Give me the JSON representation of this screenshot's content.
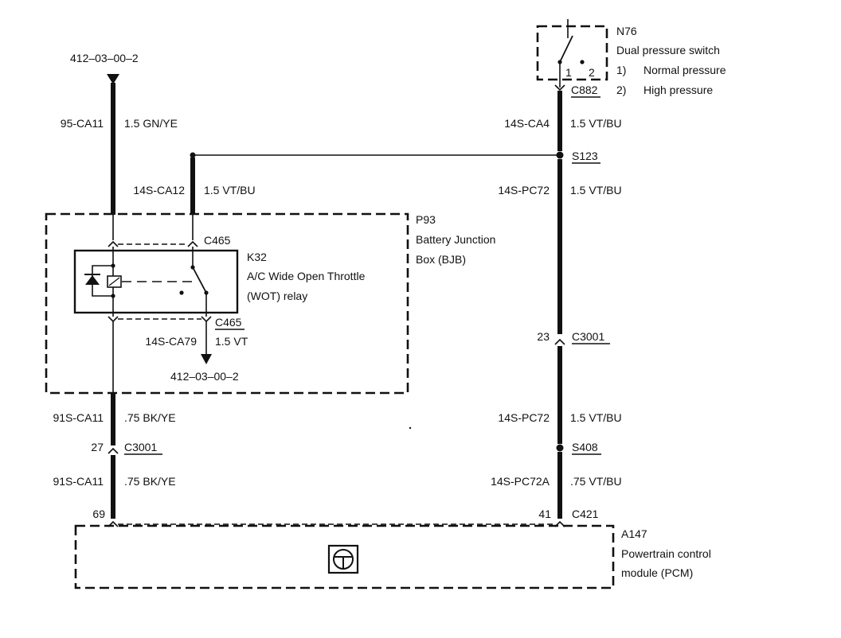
{
  "top_left_ref": "412–03–00–2",
  "left_upper_wire": {
    "circuit": "95-CA11",
    "spec": "1.5 GN/YE"
  },
  "mid_wire": {
    "circuit": "14S-CA12",
    "spec": "1.5 VT/BU"
  },
  "bjb": {
    "id": "P93",
    "line1": "Battery Junction",
    "line2": "Box (BJB)"
  },
  "c465_top": "C465",
  "relay": {
    "id": "K32",
    "line1": "A/C Wide Open Throttle",
    "line2": "(WOT) relay"
  },
  "c465_bottom": "C465",
  "relay_output_wire": {
    "circuit": "14S-CA79",
    "spec": "1.5 VT"
  },
  "relay_output_ref": "412–03–00–2",
  "left_mid_wire": {
    "circuit": "91S-CA11",
    "spec": ".75 BK/YE"
  },
  "left_c3001": {
    "pin": "27",
    "connector": "C3001"
  },
  "left_lower_wire": {
    "circuit": "91S-CA11",
    "spec": ".75 BK/YE"
  },
  "left_pcm_pin": "69",
  "switch": {
    "id": "N76",
    "title": "Dual pressure switch",
    "opt1_num": "1)",
    "opt1_text": "Normal pressure",
    "opt2_num": "2)",
    "opt2_text": "High pressure",
    "pin1": "1",
    "pin2": "2"
  },
  "c882": "C882",
  "right_upper_wire": {
    "circuit": "14S-CA4",
    "spec": "1.5 VT/BU"
  },
  "splice_s123": "S123",
  "right_mid_wire": {
    "circuit": "14S-PC72",
    "spec": "1.5 VT/BU"
  },
  "right_c3001": {
    "pin": "23",
    "connector": "C3001"
  },
  "right_lower_wire": {
    "circuit": "14S-PC72",
    "spec": "1.5 VT/BU"
  },
  "splice_s408": "S408",
  "right_bottom_wire": {
    "circuit": "14S-PC72A",
    "spec": ".75 VT/BU"
  },
  "right_pcm": {
    "pin": "41",
    "connector": "C421"
  },
  "pcm": {
    "id": "A147",
    "line1": "Powertrain control",
    "line2": "module (PCM)"
  },
  "pcm_icon": "steering-wheel-icon"
}
